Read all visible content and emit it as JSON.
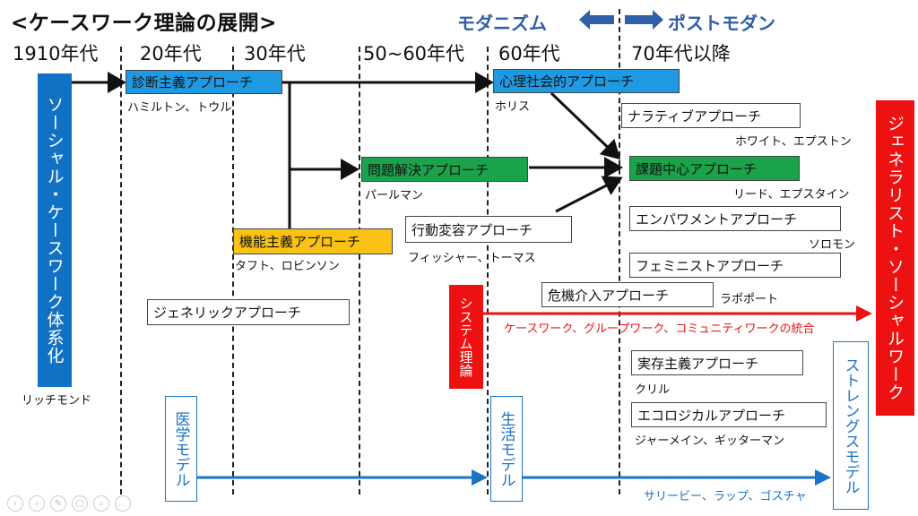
{
  "title": "<ケースワーク理論の展開>",
  "eras": {
    "left": "モダニズム",
    "right": "ポストモダン"
  },
  "decades": [
    "1910年代",
    "20年代",
    "30年代",
    "50~60年代",
    "60年代",
    "70年代以降"
  ],
  "main_vertical": "ソーシャル・ケースワーク体系化",
  "main_vertical_person": "リッチモンド",
  "generalist_vertical": "ジェネラリスト・ソーシャルワーク",
  "system_theory": "システム理論",
  "integration_text": "ケースワーク、グループワーク、コミュニティワークの統合",
  "approaches": [
    {
      "label": "診断主義アプローチ",
      "person": "ハミルトン、トウル",
      "color": "blue"
    },
    {
      "label": "心理社会的アプローチ",
      "person": "ホリス",
      "color": "blue"
    },
    {
      "label": "問題解決アプローチ",
      "person": "パールマン",
      "color": "green"
    },
    {
      "label": "課題中心アプローチ",
      "person": "リード、エプスタイン",
      "color": "green"
    },
    {
      "label": "機能主義アプローチ",
      "person": "タフト、ロビンソン",
      "color": "orange"
    },
    {
      "label": "行動変容アプローチ",
      "person": "フィッシャー、トーマス",
      "color": "white"
    },
    {
      "label": "ナラティブアプローチ",
      "person": "ホワイト、エプストン",
      "color": "white"
    },
    {
      "label": "エンパワメントアプローチ",
      "person": "ソロモン",
      "color": "white"
    },
    {
      "label": "フェミニストアプローチ",
      "person": "",
      "color": "white"
    },
    {
      "label": "危機介入アプローチ",
      "person": "ラポポート",
      "color": "white"
    },
    {
      "label": "ジェネリックアプローチ",
      "person": "",
      "color": "white"
    },
    {
      "label": "実存主義アプローチ",
      "person": "クリル",
      "color": "white"
    },
    {
      "label": "エコロジカルアプローチ",
      "person": "ジャーメイン、ギッターマン",
      "color": "white"
    }
  ],
  "models": {
    "medical": "医学モデル",
    "life": "生活モデル",
    "strengths": "ストレングスモデル",
    "strengths_person": "サリービー、ラップ、ゴスチャ"
  },
  "colors": {
    "blue_box": "#1f9ae2",
    "green_box": "#1aa34a",
    "orange_box": "#f9c214",
    "red": "#ee1111",
    "dark_blue": "#1171c4",
    "era_blue": "#2e5fa7"
  }
}
